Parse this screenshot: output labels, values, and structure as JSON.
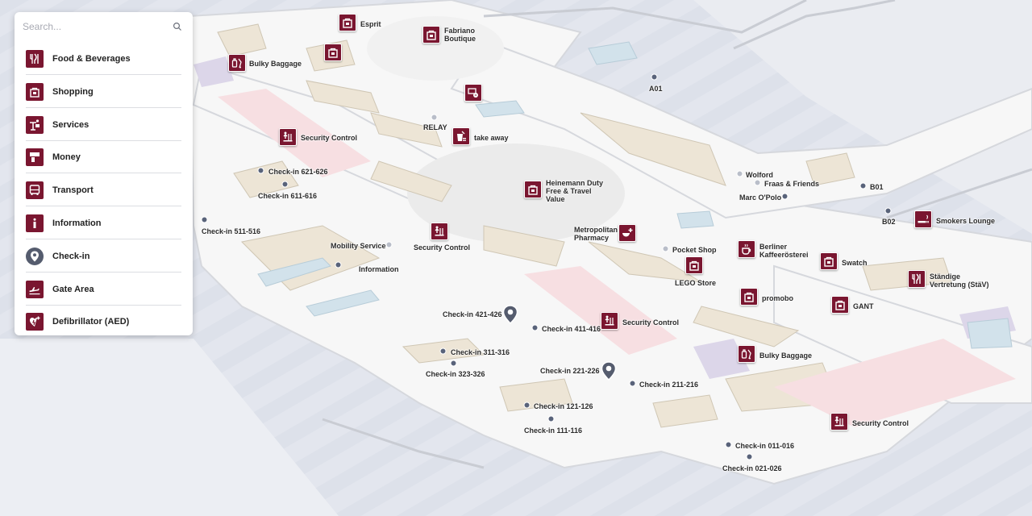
{
  "search": {
    "placeholder": "Search..."
  },
  "categories": [
    {
      "label": "Food & Beverages",
      "icon": "cutlery-icon"
    },
    {
      "label": "Shopping",
      "icon": "shopping-bag-icon"
    },
    {
      "label": "Services",
      "icon": "services-icon"
    },
    {
      "label": "Money",
      "icon": "atm-icon"
    },
    {
      "label": "Transport",
      "icon": "bus-icon"
    },
    {
      "label": "Information",
      "icon": "info-icon"
    },
    {
      "label": "Check-in",
      "icon": "location-pin-icon"
    },
    {
      "label": "Gate Area",
      "icon": "airplane-icon"
    },
    {
      "label": "Defibrillator (AED)",
      "icon": "aed-heart-icon"
    }
  ],
  "map": {
    "pois": [
      {
        "label": "Esprit",
        "icon": "shopping-bag-icon"
      },
      {
        "label": "Fabriano\nBoutique",
        "icon": "shopping-bag-icon"
      },
      {
        "label": "",
        "icon": "shopping-bag-icon"
      },
      {
        "label": "Bulky Baggage",
        "icon": "bulky-baggage-icon"
      },
      {
        "label": "",
        "icon": "currency-exchange-icon"
      },
      {
        "label": "take away",
        "icon": "takeaway-icon"
      },
      {
        "label": "Security Control",
        "icon": "security-icon"
      },
      {
        "label": "Heinemann Duty\nFree & Travel\nValue",
        "icon": "shopping-bag-icon"
      },
      {
        "label": "Security Control",
        "icon": "security-icon"
      },
      {
        "label": "Metropolitan\nPharmacy",
        "icon": "pharmacy-icon"
      },
      {
        "label": "LEGO Store",
        "icon": "shopping-bag-icon"
      },
      {
        "label": "Berliner\nKaffeerösterei",
        "icon": "coffee-icon"
      },
      {
        "label": "Swatch",
        "icon": "shopping-bag-icon"
      },
      {
        "label": "Smokers Lounge",
        "icon": "smoking-icon"
      },
      {
        "label": "Ständige\nVertretung (StäV)",
        "icon": "cutlery-icon"
      },
      {
        "label": "promobo",
        "icon": "shopping-bag-icon"
      },
      {
        "label": "GANT",
        "icon": "shopping-bag-icon"
      },
      {
        "label": "Security Control",
        "icon": "security-icon"
      },
      {
        "label": "Bulky Baggage",
        "icon": "bulky-baggage-icon"
      },
      {
        "label": "Security Control",
        "icon": "security-icon"
      }
    ],
    "labels": [
      "Check-in 621-626",
      "Check-in 611-616",
      "Check-in 511-516",
      "Mobility Service",
      "Information",
      "RELAY",
      "A01",
      "Pocket Shop",
      "Wolford",
      "Fraas & Friends",
      "Marc O'Polo",
      "B01",
      "B02",
      "Check-in 421-426",
      "Check-in 411-416",
      "Check-in 311-316",
      "Check-in 323-326",
      "Check-in 221-226",
      "Check-in 211-216",
      "Check-in 121-126",
      "Check-in 111-116",
      "Check-in 011-016",
      "Check-in 021-026"
    ]
  },
  "colors": {
    "accent": "#7a1630",
    "pin": "#555c6e",
    "background": "#e4e7ee",
    "floor": "#f6f6f6",
    "shop": "#ede5d6",
    "security_zone": "#f7dfe2",
    "gate_zone": "#dbd6e8",
    "water": "#d4e2ea"
  }
}
